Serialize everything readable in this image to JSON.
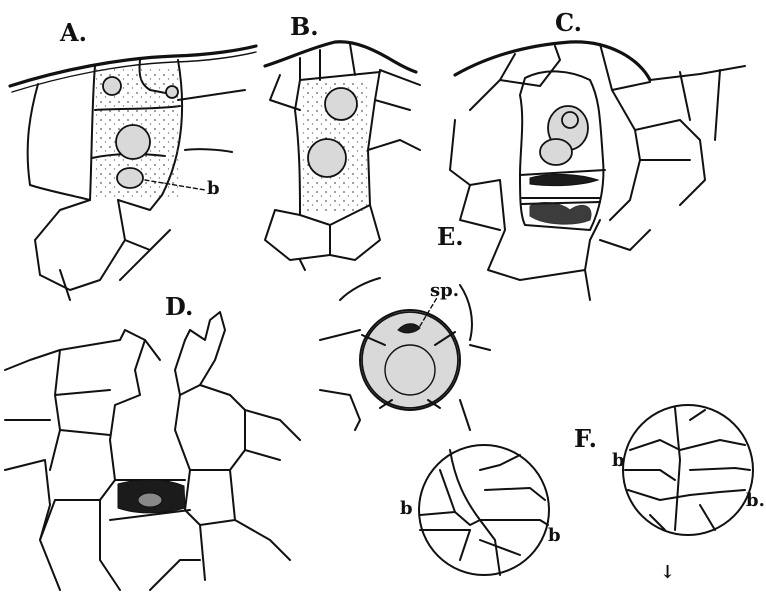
{
  "figure": {
    "panel_labels": [
      "A.",
      "B.",
      "C.",
      "D.",
      "E.",
      "F."
    ],
    "annotations": {
      "a_b": "b",
      "e_sp": "sp.",
      "f_left_b1": "b",
      "f_left_b2": "b",
      "f_right_b1": "b",
      "f_right_b2": "b."
    },
    "arrow": "↓"
  }
}
